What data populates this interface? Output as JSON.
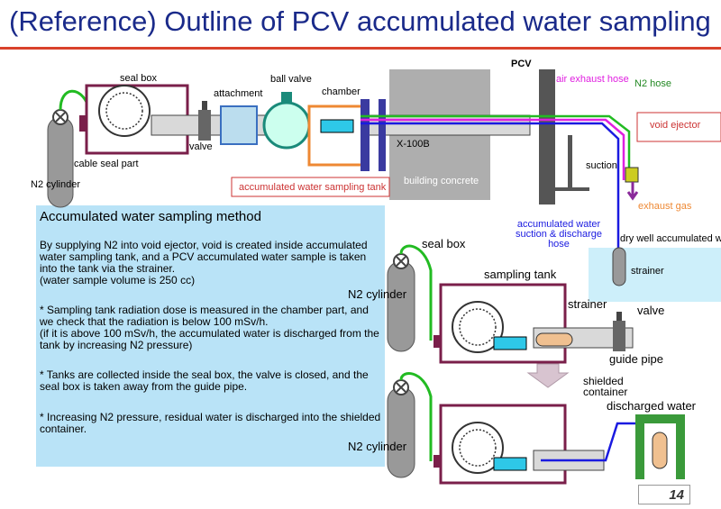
{
  "title": "(Reference) Outline of PCV accumulated water sampling",
  "labels": {
    "pcv": "PCV",
    "seal_box_top": "seal box",
    "attachment": "attachment",
    "ball_valve": "ball valve",
    "chamber": "chamber",
    "air_exhaust_hose": "air exhaust hose",
    "n2_hose": "N2 hose",
    "void_ejector": "void ejector",
    "valve_top": "valve",
    "x100b": "X-100B",
    "suction": "suction",
    "cable_seal_part": "cable seal part",
    "n2_cylinder_top": "N2 cylinder",
    "accumulated_water_sampling_tank": "accumulated water sampling tank",
    "building_concrete": "building concrete",
    "exhaust_gas": "exhaust gas",
    "suction_discharge_hose": "accumulated water\nsuction & discharge\nhose",
    "dry_well_accumulated": "dry well accumulated w",
    "strainer_pool": "strainer",
    "seal_box_mid": "seal box",
    "sampling_tank": "sampling tank",
    "strainer_mid": "strainer",
    "valve_mid": "valve",
    "n2_cylinder_mid": "N2 cylinder",
    "guide_pipe": "guide pipe",
    "shielded_container": "shielded\ncontainer",
    "discharged_water": "discharged water",
    "n2_cylinder_bottom": "N2 cylinder"
  },
  "method": {
    "title": "Accumulated water sampling method",
    "p1": "By supplying N2 into void ejector, void is created inside accumulated water sampling tank, and a PCV accumulated water sample is taken into the tank via the strainer.\n(water sample volume is 250 cc)",
    "p2": "* Sampling tank radiation dose is measured in the chamber part, and we check that the radiation is below 100 mSv/h.\n(if it is above 100 mSv/h, the accumulated water is discharged from the tank by increasing N2 pressure)",
    "p3": "* Tanks are collected inside the seal box, the valve is closed, and the seal box is taken away from the guide pipe.",
    "p4": "* Increasing N2 pressure, residual water is discharged into the shielded container."
  },
  "page_number": "14",
  "colors": {
    "title": "#1a2a8a",
    "title_rule": "#d9412b",
    "seal_box": "#7a1f4a",
    "pipe_green": "#22bb22",
    "tank_cyan": "#2ec8e8",
    "method_bg": "#b9e3f7",
    "air_hose": "#e020e0",
    "hose_blue": "#1a1ae0",
    "orange": "#ee8833"
  }
}
